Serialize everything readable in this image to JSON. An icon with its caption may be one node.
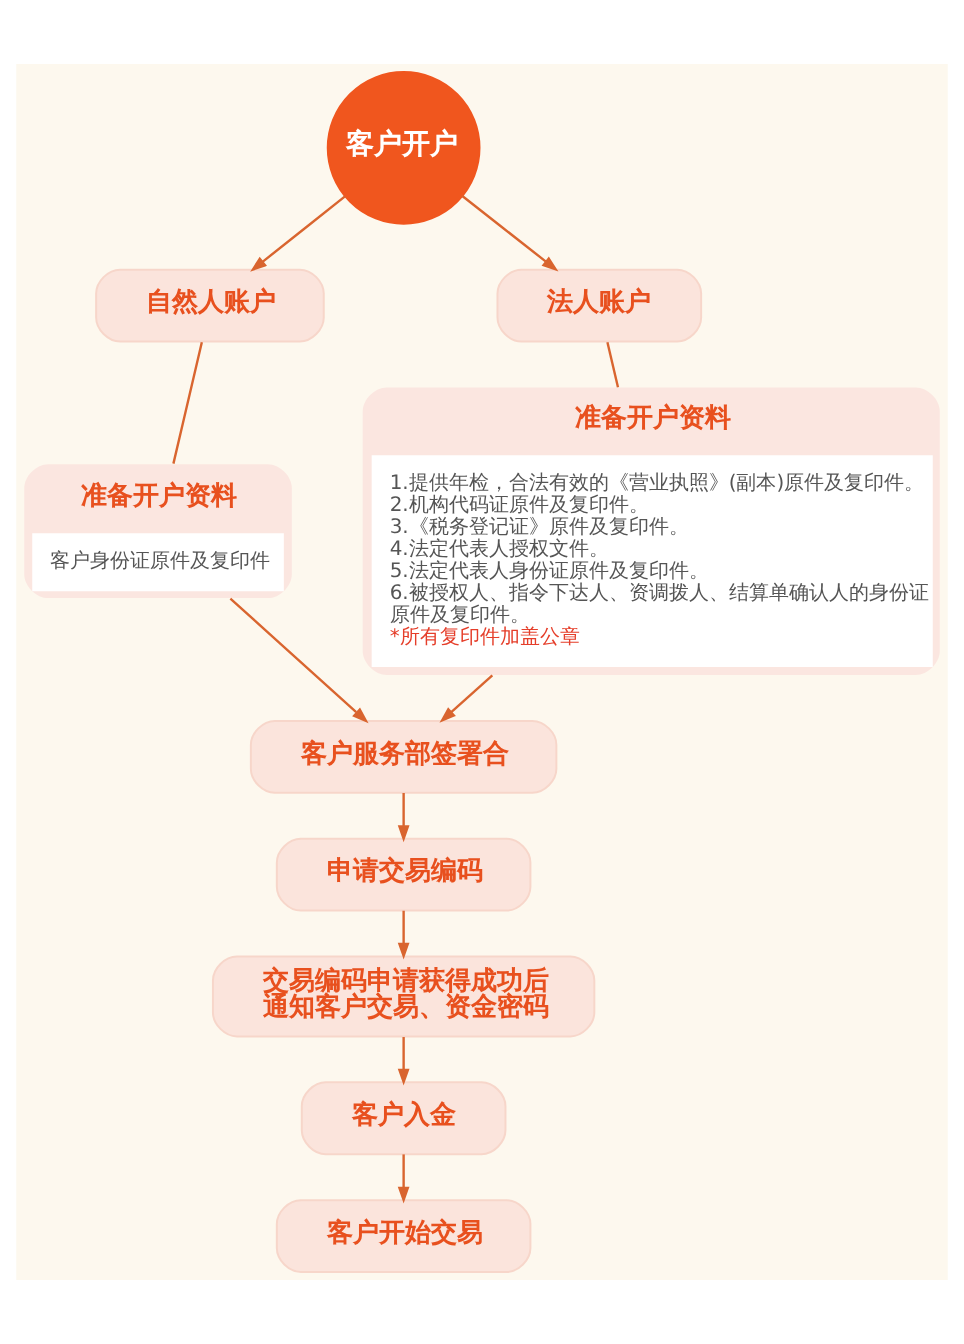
{
  "diagram": {
    "nodes": [
      {
        "text": [
          "客户开户"
        ]
      },
      {
        "text": [
          "自然人账户"
        ]
      },
      {
        "text": [
          "法人账户"
        ]
      },
      {
        "text": [
          "准备开户资料",
          "客户身份证原件及复印件"
        ]
      },
      {
        "text": [
          "准备开户资料",
          "1.提供年检，合法有效的《营业执照》(副本)原件及复印件。",
          "2.机构代码证原件及复印件。",
          "3.《税务登记证》原件及复印件。",
          "4.法定代表人授权文件。",
          "5.法定代表人身份证原件及复印件。",
          "6.被授权人、指令下达人、资调拨人、结算单确认人的身份证原件及复印件。",
          "*所有复印件加盖公章"
        ]
      },
      {
        "text": [
          "客户服务部签署合"
        ]
      },
      {
        "text": [
          "申请交易编码"
        ]
      },
      {
        "text": [
          "交易编码申请获得成功后通知客户交易、资金密码"
        ]
      },
      {
        "text": [
          "客户入金"
        ]
      },
      {
        "text": [
          "客户开始交易"
        ]
      }
    ],
    "edges": [
      {
        "from": 0,
        "to": 1,
        "arrow": "to"
      },
      {
        "from": 0,
        "to": 2,
        "arrow": "to"
      },
      {
        "from": 1,
        "to": 3,
        "arrow": "none"
      },
      {
        "from": 2,
        "to": 4,
        "arrow": "none"
      },
      {
        "from": 3,
        "to": 5,
        "arrow": "to"
      },
      {
        "from": 4,
        "to": 5,
        "arrow": "to"
      },
      {
        "from": 5,
        "to": 6,
        "arrow": "to"
      },
      {
        "from": 6,
        "to": 7,
        "arrow": "to"
      },
      {
        "from": 7,
        "to": 8,
        "arrow": "to"
      },
      {
        "from": 8,
        "to": 9,
        "arrow": "to"
      }
    ]
  }
}
